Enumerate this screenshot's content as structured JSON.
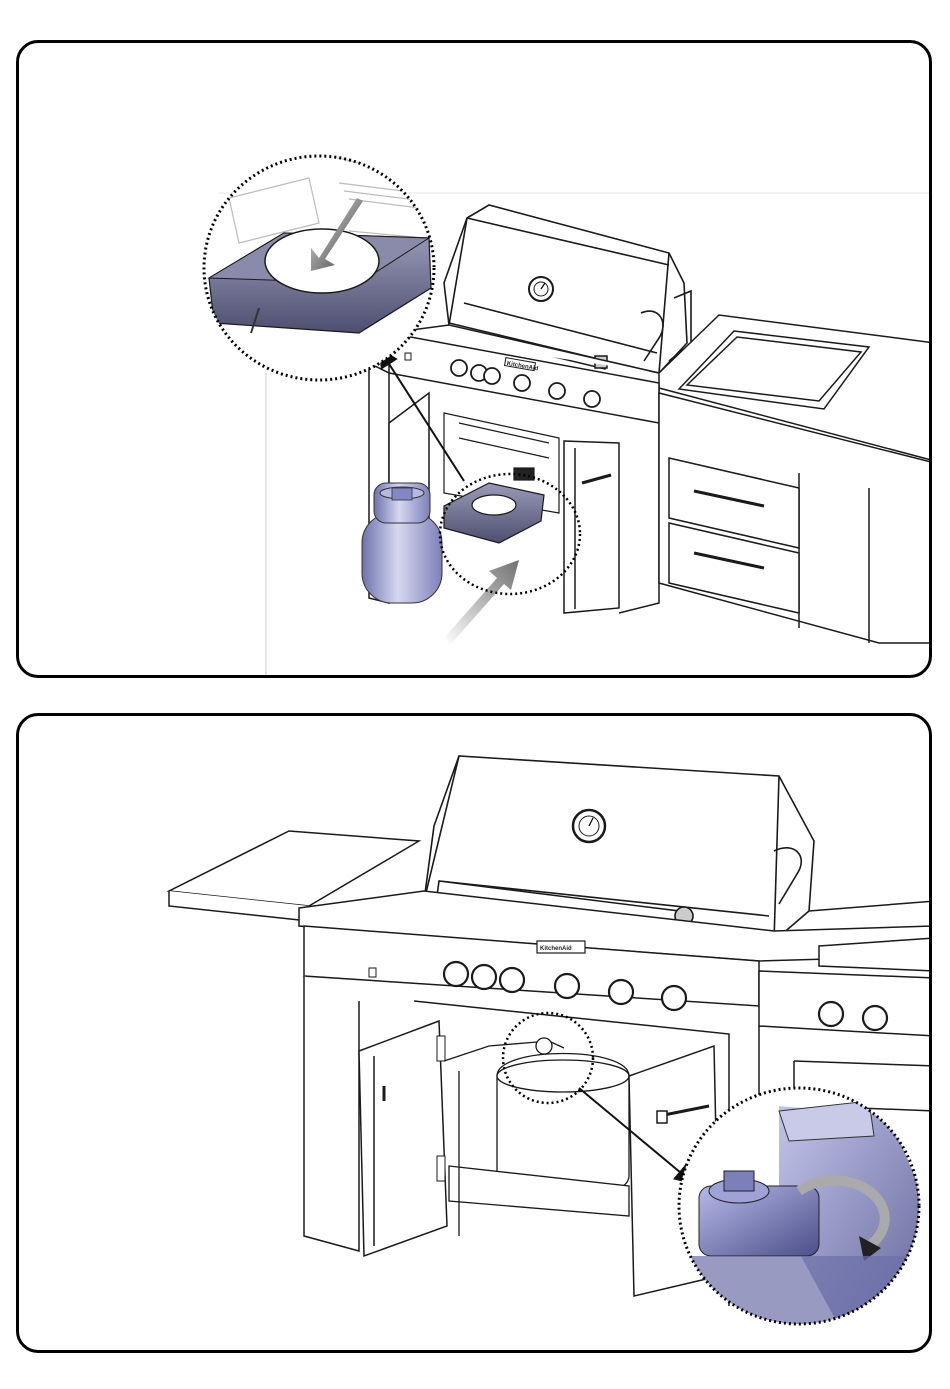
{
  "panels": [
    {
      "callouts": [
        "tank-tray-detail"
      ],
      "brand_plate": "KitchenAid"
    },
    {
      "callouts": [
        "regulator-connection-detail"
      ],
      "brand_plate": "KitchenAid"
    }
  ],
  "colors": {
    "outline": "#1a1a1a",
    "tank": "#8b8fc4",
    "tray": "#6f6f90",
    "arrow": "#9a9a9a"
  }
}
